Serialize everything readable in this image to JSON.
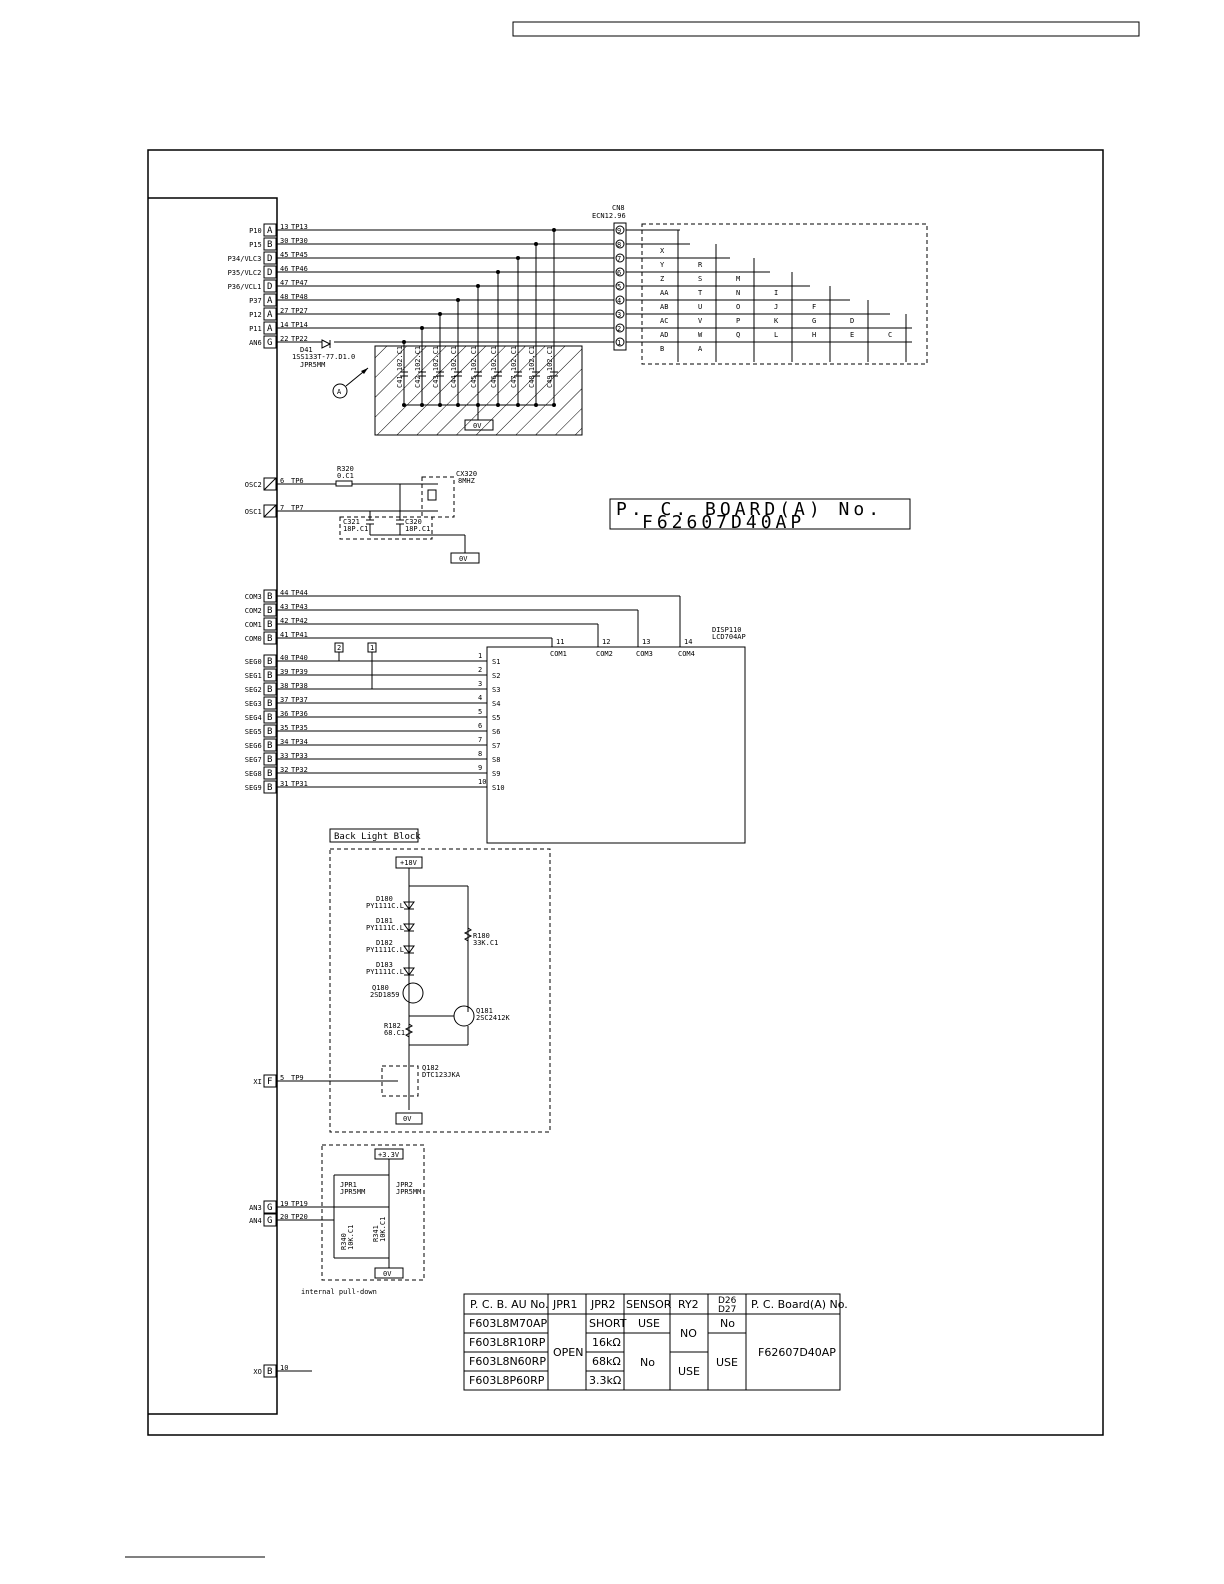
{
  "header_box": "",
  "connector_left": {
    "pins_top": [
      {
        "name": "P10",
        "letter": "A",
        "num": "13",
        "tp": "TP13"
      },
      {
        "name": "P15",
        "letter": "B",
        "num": "30",
        "tp": "TP30"
      },
      {
        "name": "P34/VLC3",
        "letter": "D",
        "num": "45",
        "tp": "TP45"
      },
      {
        "name": "P35/VLC2",
        "letter": "D",
        "num": "46",
        "tp": "TP46"
      },
      {
        "name": "P36/VCL1",
        "letter": "D",
        "num": "47",
        "tp": "TP47"
      },
      {
        "name": "P37",
        "letter": "A",
        "num": "48",
        "tp": "TP48"
      },
      {
        "name": "P12",
        "letter": "A",
        "num": "27",
        "tp": "TP27"
      },
      {
        "name": "P11",
        "letter": "A",
        "num": "14",
        "tp": "TP14"
      },
      {
        "name": "AN6",
        "letter": "G",
        "num": "22",
        "tp": "TP22"
      }
    ],
    "osc_pins": [
      {
        "name": "OSC2",
        "num": "6",
        "tp": "TP6"
      },
      {
        "name": "OSC1",
        "num": "7",
        "tp": "TP7"
      }
    ],
    "com_pins": [
      {
        "name": "COM3",
        "letter": "B",
        "num": "44",
        "tp": "TP44"
      },
      {
        "name": "COM2",
        "letter": "B",
        "num": "43",
        "tp": "TP43"
      },
      {
        "name": "COM1",
        "letter": "B",
        "num": "42",
        "tp": "TP42"
      },
      {
        "name": "COM0",
        "letter": "B",
        "num": "41",
        "tp": "TP41"
      }
    ],
    "seg_pins": [
      {
        "name": "SEG0",
        "letter": "B",
        "num": "40",
        "tp": "TP40",
        "s": "S1",
        "n": "1"
      },
      {
        "name": "SEG1",
        "letter": "B",
        "num": "39",
        "tp": "TP39",
        "s": "S2",
        "n": "2"
      },
      {
        "name": "SEG2",
        "letter": "B",
        "num": "38",
        "tp": "TP38",
        "s": "S3",
        "n": "3"
      },
      {
        "name": "SEG3",
        "letter": "B",
        "num": "37",
        "tp": "TP37",
        "s": "S4",
        "n": "4"
      },
      {
        "name": "SEG4",
        "letter": "B",
        "num": "36",
        "tp": "TP36",
        "s": "S5",
        "n": "5"
      },
      {
        "name": "SEG5",
        "letter": "B",
        "num": "35",
        "tp": "TP35",
        "s": "S6",
        "n": "6"
      },
      {
        "name": "SEG6",
        "letter": "B",
        "num": "34",
        "tp": "TP34",
        "s": "S7",
        "n": "7"
      },
      {
        "name": "SEG7",
        "letter": "B",
        "num": "33",
        "tp": "TP33",
        "s": "S8",
        "n": "8"
      },
      {
        "name": "SEG8",
        "letter": "B",
        "num": "32",
        "tp": "TP32",
        "s": "S9",
        "n": "9"
      },
      {
        "name": "SEG9",
        "letter": "B",
        "num": "31",
        "tp": "TP31",
        "s": "S10",
        "n": "10"
      }
    ],
    "xi_pin": {
      "name": "XI",
      "letter": "F",
      "num": "5",
      "tp": "TP9"
    },
    "an_pins": [
      {
        "name": "AN3",
        "letter": "G",
        "num": "19",
        "tp": "TP19"
      },
      {
        "name": "AN4",
        "letter": "G",
        "num": "20",
        "tp": "TP20"
      }
    ],
    "xo_pin": {
      "name": "XO",
      "letter": "B",
      "num": "10"
    }
  },
  "cn8": {
    "label": "CN8",
    "part": "ECN12.96",
    "pins": [
      "9",
      "8",
      "7",
      "6",
      "5",
      "4",
      "3",
      "2",
      "1"
    ]
  },
  "d41": {
    "label": "D41",
    "part": "1SS133T-77.D1.0",
    "jumper": "JPR5MM"
  },
  "marker_a": "A",
  "caps": [
    "C41 102.C1",
    "C42 102.C1",
    "C43 102.C1",
    "C44 102.C1",
    "C45 102.C1",
    "C46 102.C1",
    "C47 102.C1",
    "C48 102.C1",
    "C49 102.C1"
  ],
  "ov_label": "0V",
  "key_matrix": {
    "cols": [
      [
        "X",
        "Y",
        "Z",
        "AA",
        "AB",
        "AC",
        "AD",
        "B"
      ],
      [
        "R",
        "S",
        "T",
        "U",
        "V",
        "W",
        "A"
      ],
      [
        "M",
        "N",
        "O",
        "P",
        "Q"
      ],
      [
        "I",
        "J",
        "K",
        "L"
      ],
      [
        "F",
        "G",
        "H"
      ],
      [
        "D",
        "E"
      ],
      [
        "C"
      ]
    ]
  },
  "osc": {
    "r320": "R320",
    "r320_val": "0.C1",
    "cx320": "CX320",
    "cx320_val": "8MHZ",
    "c321": "C321",
    "c321_val": "18P.C1",
    "c320": "C320",
    "c320_val": "18P.C1"
  },
  "board_title": {
    "line1": "P. C. BOARD(A) No.",
    "line2": "F62607D40AP"
  },
  "disp": {
    "label": "DISP110",
    "part": "LCD704AP",
    "com_nums": [
      "11",
      "12",
      "13",
      "14"
    ],
    "com_labels": [
      "COM1",
      "COM2",
      "COM3",
      "COM4"
    ]
  },
  "jumper_marks": [
    "2",
    "1"
  ],
  "backlight": {
    "title": "Back Light Block",
    "supply": "+18V",
    "leds": [
      {
        "ref": "D180",
        "part": "PY1111C.L"
      },
      {
        "ref": "D181",
        "part": "PY1111C.L"
      },
      {
        "ref": "D182",
        "part": "PY1111C.L"
      },
      {
        "ref": "D183",
        "part": "PY1111C.L"
      }
    ],
    "r180": "R180",
    "r180_val": "33K.C1",
    "q180": "Q180",
    "q180_part": "2SD1859",
    "q181": "Q181",
    "q181_part": "2SC2412K",
    "r182": "R182",
    "r182_val": "68.C1",
    "q182": "Q182",
    "q182_part": "DTC123JKA"
  },
  "an_block": {
    "supply": "+3.3V",
    "jpr1": "JPR1",
    "jpr1_part": "JPR5MM",
    "jpr2": "JPR2",
    "jpr2_part": "JPR5MM",
    "r340": "R340",
    "r340_val": "10K.C1",
    "r341": "R341",
    "r341_val": "10K.C1",
    "note": "internal pull-down"
  },
  "table": {
    "headers": [
      "P. C. B. AU No.",
      "JPR1",
      "JPR2",
      "SENSOR",
      "RY2",
      "D26 D27",
      "P. C. Board(A) No."
    ],
    "rows": [
      [
        "F603L8M70AP",
        "SHORT",
        "USE",
        "No"
      ],
      [
        "F603L8R10RP",
        "16kΩ"
      ],
      [
        "F603L8N60RP",
        "68kΩ"
      ],
      [
        "F603L8P60RP",
        "3.3kΩ"
      ]
    ],
    "jpr1_merged": "OPEN",
    "sensor_no": "No",
    "ry2_no": "NO",
    "ry2_use": "USE",
    "d_use": "USE",
    "board_no": "F62607D40AP"
  }
}
